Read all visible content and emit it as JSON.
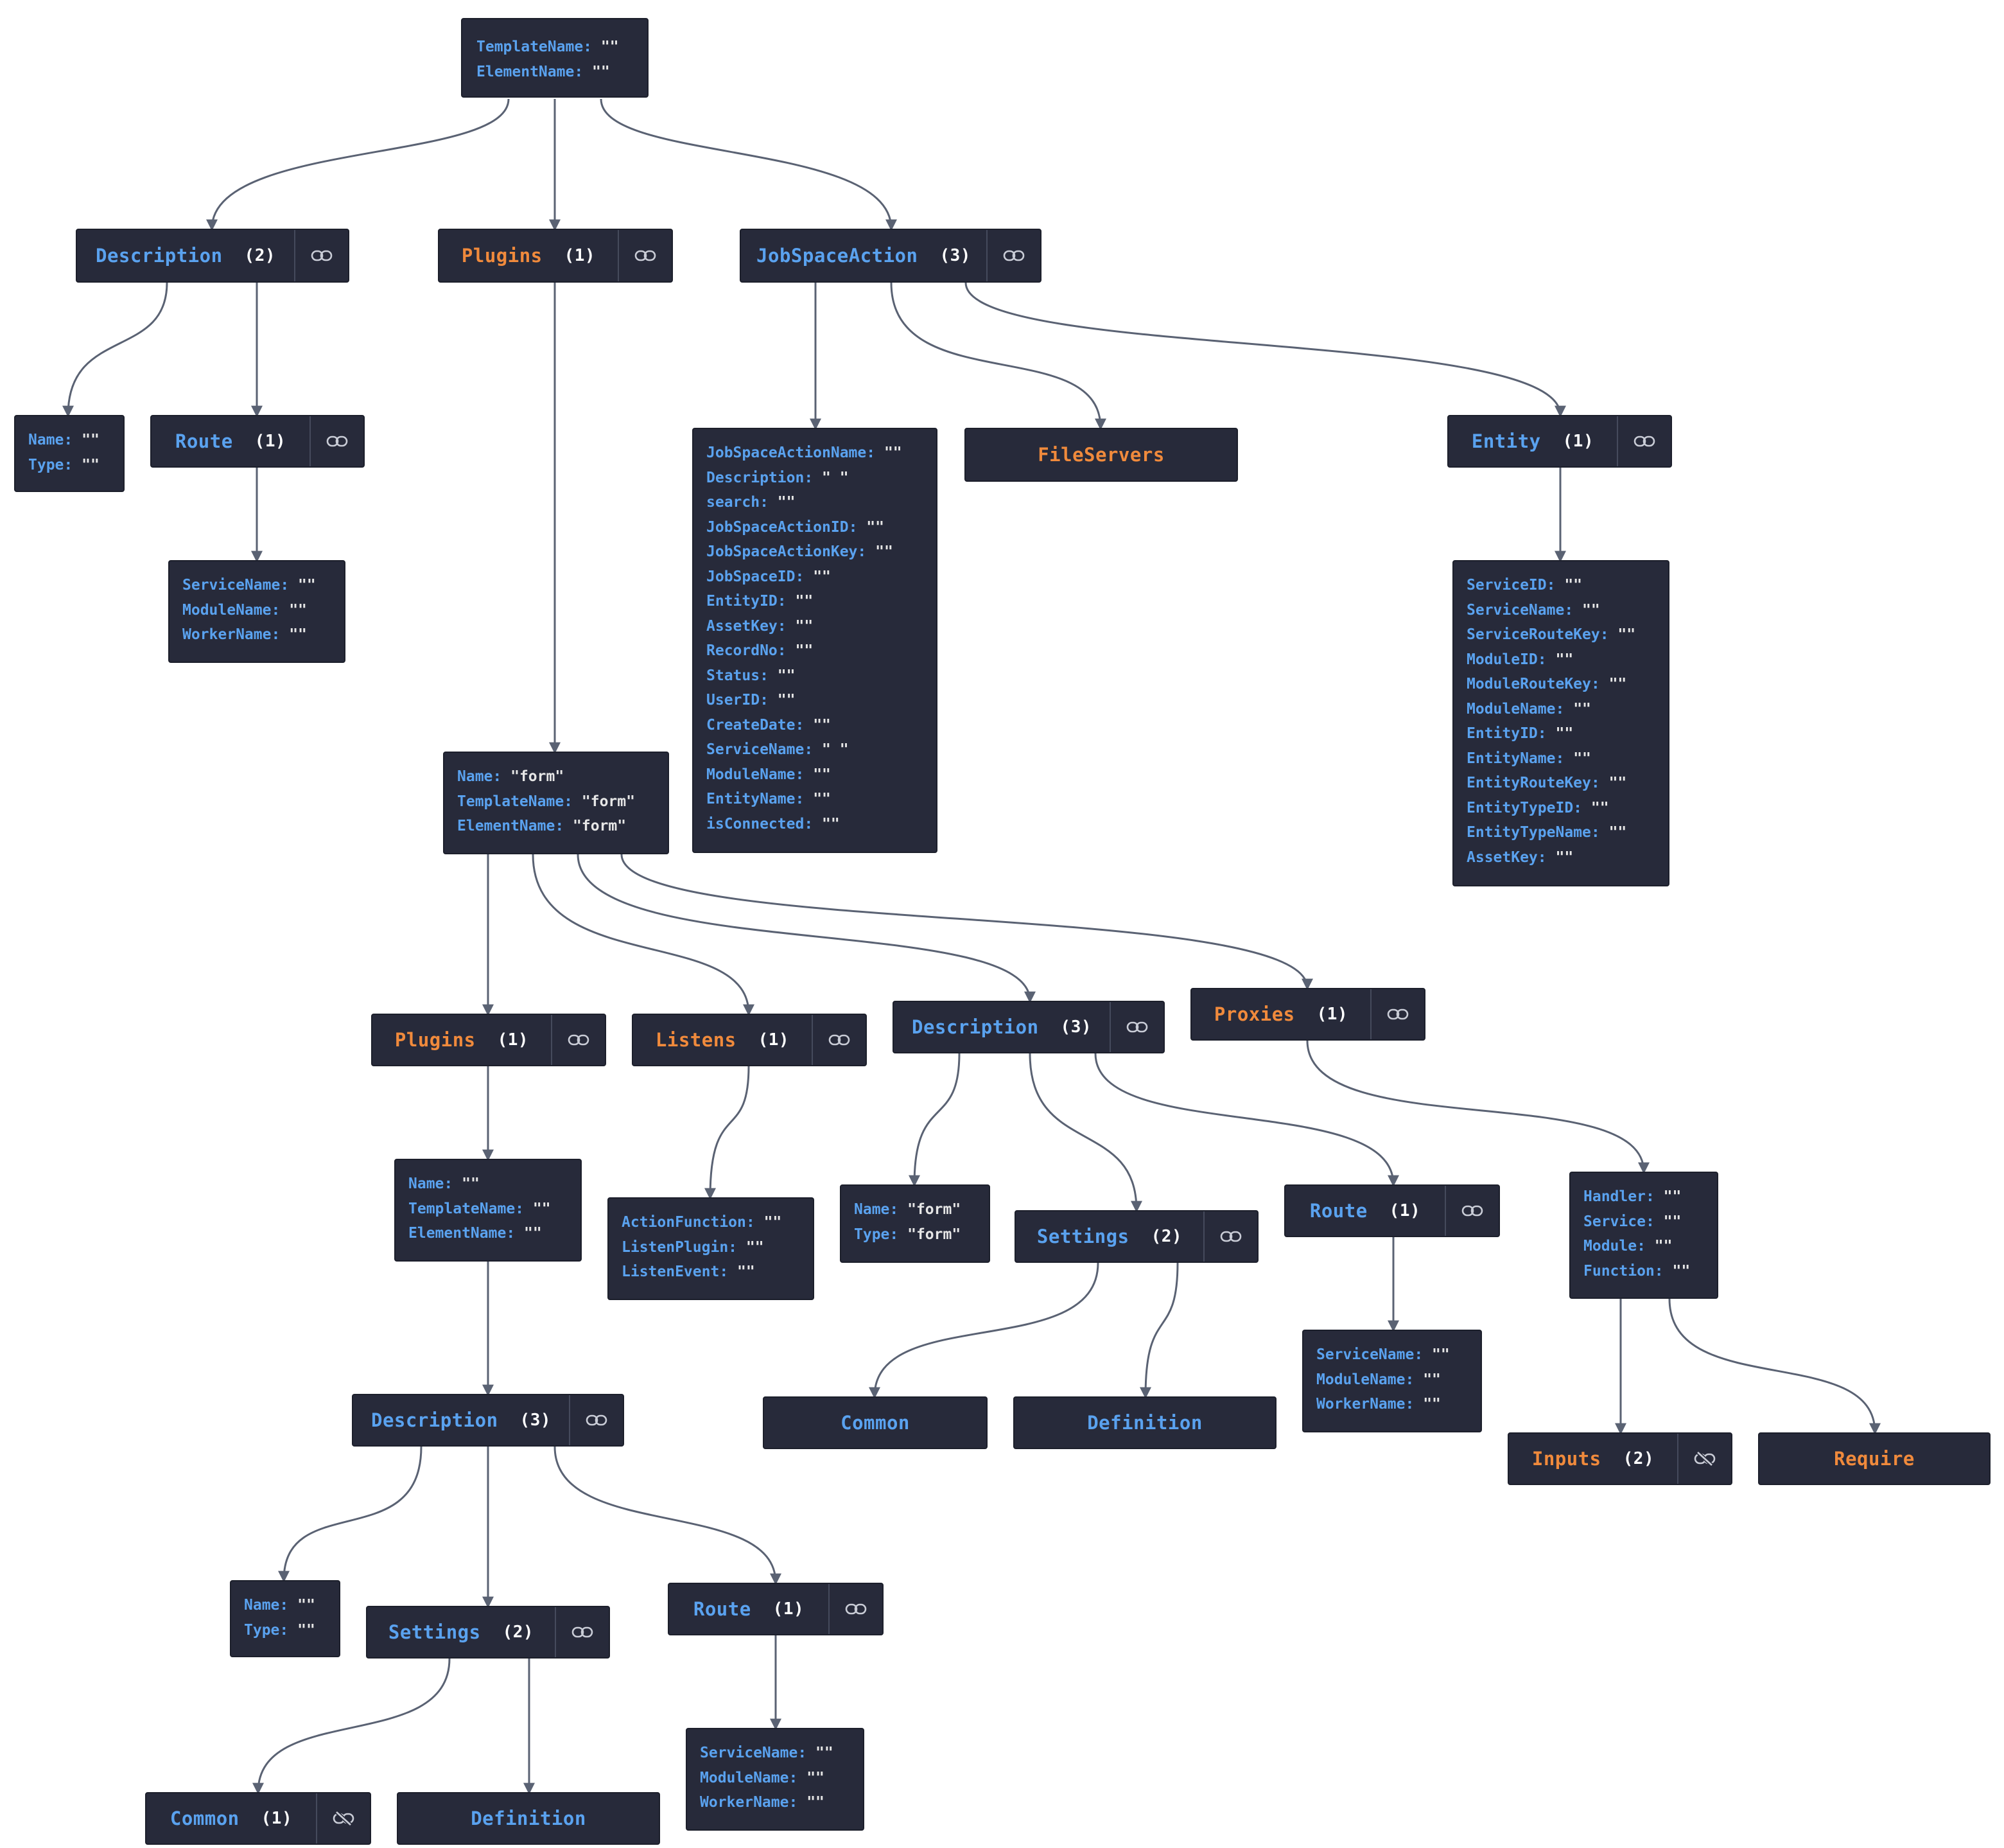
{
  "colors": {
    "background": "#ffffff",
    "node": "#272a3a",
    "key": "#5aa2ef",
    "name_blue": "#5aa2ef",
    "name_orange": "#f08a3c",
    "edge": "#5a6273"
  },
  "root": {
    "rows": [
      {
        "k": "TemplateName",
        "v": "\"\""
      },
      {
        "k": "ElementName",
        "v": "\"\""
      }
    ]
  },
  "desc1": {
    "name": "Description",
    "count": "(2)",
    "icon": "link-icon"
  },
  "plugins1": {
    "name": "Plugins",
    "count": "(1)",
    "icon": "link-icon"
  },
  "jsa": {
    "name": "JobSpaceAction",
    "count": "(3)",
    "icon": "link-icon"
  },
  "desc1_props": {
    "rows": [
      {
        "k": "Name",
        "v": "\"\""
      },
      {
        "k": "Type",
        "v": "\"\""
      }
    ]
  },
  "route1": {
    "name": "Route",
    "count": "(1)",
    "icon": "link-icon"
  },
  "route1_props": {
    "rows": [
      {
        "k": "ServiceName",
        "v": "\"\""
      },
      {
        "k": "ModuleName",
        "v": "\"\""
      },
      {
        "k": "WorkerName",
        "v": "\"\""
      }
    ]
  },
  "jsa_props": {
    "rows": [
      {
        "k": "JobSpaceActionName",
        "v": "\"\""
      },
      {
        "k": "Description",
        "v": "\" \""
      },
      {
        "k": "search",
        "v": "\"\""
      },
      {
        "k": "JobSpaceActionID",
        "v": "\"\""
      },
      {
        "k": "JobSpaceActionKey",
        "v": "\"\""
      },
      {
        "k": "JobSpaceID",
        "v": "\"\""
      },
      {
        "k": "EntityID",
        "v": "\"\""
      },
      {
        "k": "AssetKey",
        "v": "\"\""
      },
      {
        "k": "RecordNo",
        "v": "\"\""
      },
      {
        "k": "Status",
        "v": "\"\""
      },
      {
        "k": "UserID",
        "v": "\"\""
      },
      {
        "k": "CreateDate",
        "v": "\"\""
      },
      {
        "k": "ServiceName",
        "v": "\" \""
      },
      {
        "k": "ModuleName",
        "v": "\"\""
      },
      {
        "k": "EntityName",
        "v": "\"\""
      },
      {
        "k": "isConnected",
        "v": "\"\""
      }
    ]
  },
  "fileservers": {
    "name": "FileServers"
  },
  "entity": {
    "name": "Entity",
    "count": "(1)",
    "icon": "link-icon"
  },
  "entity_props": {
    "rows": [
      {
        "k": "ServiceID",
        "v": "\"\""
      },
      {
        "k": "ServiceName",
        "v": "\"\""
      },
      {
        "k": "ServiceRouteKey",
        "v": "\"\""
      },
      {
        "k": "ModuleID",
        "v": "\"\""
      },
      {
        "k": "ModuleRouteKey",
        "v": "\"\""
      },
      {
        "k": "ModuleName",
        "v": "\"\""
      },
      {
        "k": "EntityID",
        "v": "\"\""
      },
      {
        "k": "EntityName",
        "v": "\"\""
      },
      {
        "k": "EntityRouteKey",
        "v": "\"\""
      },
      {
        "k": "EntityTypeID",
        "v": "\"\""
      },
      {
        "k": "EntityTypeName",
        "v": "\"\""
      },
      {
        "k": "AssetKey",
        "v": "\"\""
      }
    ]
  },
  "form": {
    "rows": [
      {
        "k": "Name",
        "v": "\"form\""
      },
      {
        "k": "TemplateName",
        "v": "\"form\""
      },
      {
        "k": "ElementName",
        "v": "\"form\""
      }
    ]
  },
  "plugins2": {
    "name": "Plugins",
    "count": "(1)",
    "icon": "link-icon"
  },
  "listens": {
    "name": "Listens",
    "count": "(1)",
    "icon": "link-icon"
  },
  "desc2": {
    "name": "Description",
    "count": "(3)",
    "icon": "link-icon"
  },
  "proxies": {
    "name": "Proxies",
    "count": "(1)",
    "icon": "link-icon"
  },
  "plugins2_props": {
    "rows": [
      {
        "k": "Name",
        "v": "\"\""
      },
      {
        "k": "TemplateName",
        "v": "\"\""
      },
      {
        "k": "ElementName",
        "v": "\"\""
      }
    ]
  },
  "listens_props": {
    "rows": [
      {
        "k": "ActionFunction",
        "v": "\"\""
      },
      {
        "k": "ListenPlugin",
        "v": "\"\""
      },
      {
        "k": "ListenEvent",
        "v": "\"\""
      }
    ]
  },
  "desc2_props": {
    "rows": [
      {
        "k": "Name",
        "v": "\"form\""
      },
      {
        "k": "Type",
        "v": "\"form\""
      }
    ]
  },
  "settings2": {
    "name": "Settings",
    "count": "(2)",
    "icon": "link-icon"
  },
  "route2": {
    "name": "Route",
    "count": "(1)",
    "icon": "link-icon"
  },
  "proxies_props": {
    "rows": [
      {
        "k": "Handler",
        "v": "\"\""
      },
      {
        "k": "Service",
        "v": "\"\""
      },
      {
        "k": "Module",
        "v": "\"\""
      },
      {
        "k": "Function",
        "v": "\"\""
      }
    ]
  },
  "common2": {
    "name": "Common"
  },
  "definition2": {
    "name": "Definition"
  },
  "route2_props": {
    "rows": [
      {
        "k": "ServiceName",
        "v": "\"\""
      },
      {
        "k": "ModuleName",
        "v": "\"\""
      },
      {
        "k": "WorkerName",
        "v": "\"\""
      }
    ]
  },
  "inputs": {
    "name": "Inputs",
    "count": "(2)",
    "icon": "unlink-icon"
  },
  "require": {
    "name": "Require"
  },
  "desc3": {
    "name": "Description",
    "count": "(3)",
    "icon": "link-icon"
  },
  "desc3_props": {
    "rows": [
      {
        "k": "Name",
        "v": "\"\""
      },
      {
        "k": "Type",
        "v": "\"\""
      }
    ]
  },
  "settings3": {
    "name": "Settings",
    "count": "(2)",
    "icon": "link-icon"
  },
  "route3": {
    "name": "Route",
    "count": "(1)",
    "icon": "link-icon"
  },
  "route3_props": {
    "rows": [
      {
        "k": "ServiceName",
        "v": "\"\""
      },
      {
        "k": "ModuleName",
        "v": "\"\""
      },
      {
        "k": "WorkerName",
        "v": "\"\""
      }
    ]
  },
  "common3": {
    "name": "Common",
    "count": "(1)",
    "icon": "unlink-icon"
  },
  "definition3": {
    "name": "Definition"
  }
}
